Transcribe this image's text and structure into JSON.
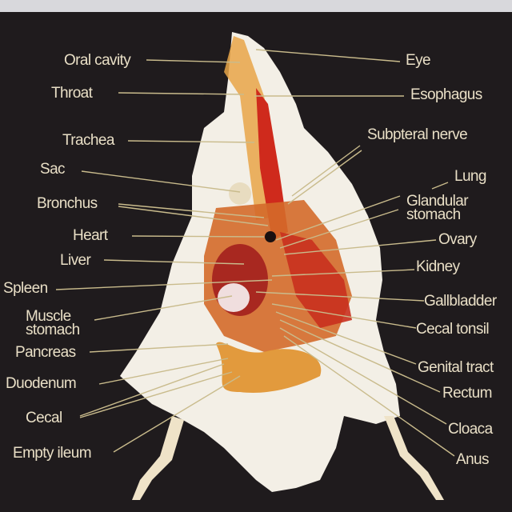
{
  "title": "Chicken internal anatomy",
  "colors": {
    "background": "#1f1b1d",
    "label": "#e9dfc6",
    "leader": "#c9bb8c",
    "organ_red": "#c8281c",
    "organ_orange": "#e0902a",
    "body": "#f3efe6"
  },
  "labels_left": [
    "Oral cavity",
    "Throat",
    "Trachea",
    "Sac",
    "Bronchus",
    "Heart",
    "Liver",
    "Spleen",
    "Muscle stomach",
    "Pancreas",
    "Duodenum",
    "Cecal",
    "Empty ileum"
  ],
  "labels_right": [
    "Eye",
    "Esophagus",
    "Subpteral nerve",
    "Lung",
    "Glandular stomach",
    "Ovary",
    "Kidney",
    "Gallbladder",
    "Cecal tonsil",
    "Genital tract",
    "Rectum",
    "Cloaca",
    "Anus"
  ]
}
